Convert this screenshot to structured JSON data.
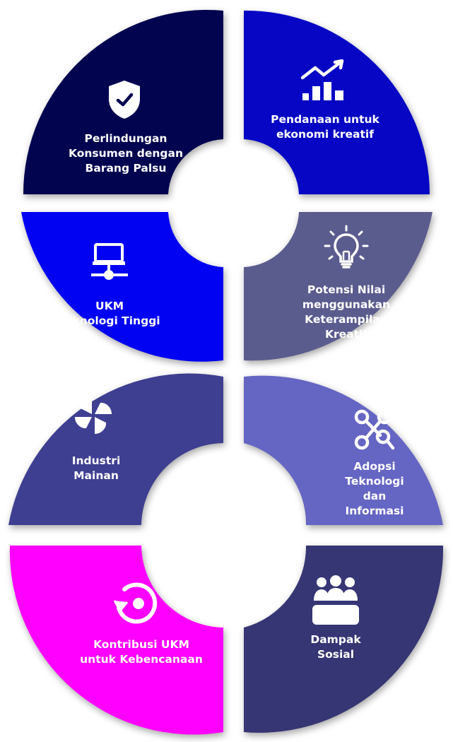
{
  "segments": [
    {
      "id": "perlindungan",
      "icon": "shield-check-icon",
      "color": "#02044f",
      "lines": [
        "Perlindungan",
        "Konsumen dengan",
        "Barang Palsu"
      ]
    },
    {
      "id": "pendanaan",
      "icon": "growth-chart-icon",
      "color": "#0606c4",
      "lines": [
        "Pendanaan untuk",
        "ekonomi kreatif"
      ]
    },
    {
      "id": "ukm-teknologi",
      "icon": "network-computer-icon",
      "color": "#0202f2",
      "lines": [
        "UKM",
        "Teknologi Tinggi"
      ]
    },
    {
      "id": "potensi-nilai",
      "icon": "lightbulb-icon",
      "color": "#5b5c8e",
      "lines": [
        "Potensi Nilai",
        "menggunakan",
        "Keterampilan",
        "Kreatif"
      ]
    },
    {
      "id": "industri-mainan",
      "icon": "pinwheel-icon",
      "color": "#3e3f91",
      "lines": [
        "Industri",
        "Mainan"
      ]
    },
    {
      "id": "adopsi-teknologi",
      "icon": "route-nodes-icon",
      "color": "#6565c3",
      "lines": [
        "Adopsi",
        "Teknologi",
        "dan",
        "Informasi"
      ]
    },
    {
      "id": "kontribusi-ukm",
      "icon": "restore-icon",
      "color": "#ff00ff",
      "lines": [
        "Kontribusi UKM",
        "untuk Kebencanaan"
      ]
    },
    {
      "id": "dampak-sosial",
      "icon": "group-people-icon",
      "color": "#363674",
      "lines": [
        "Dampak",
        "Sosial"
      ]
    }
  ]
}
